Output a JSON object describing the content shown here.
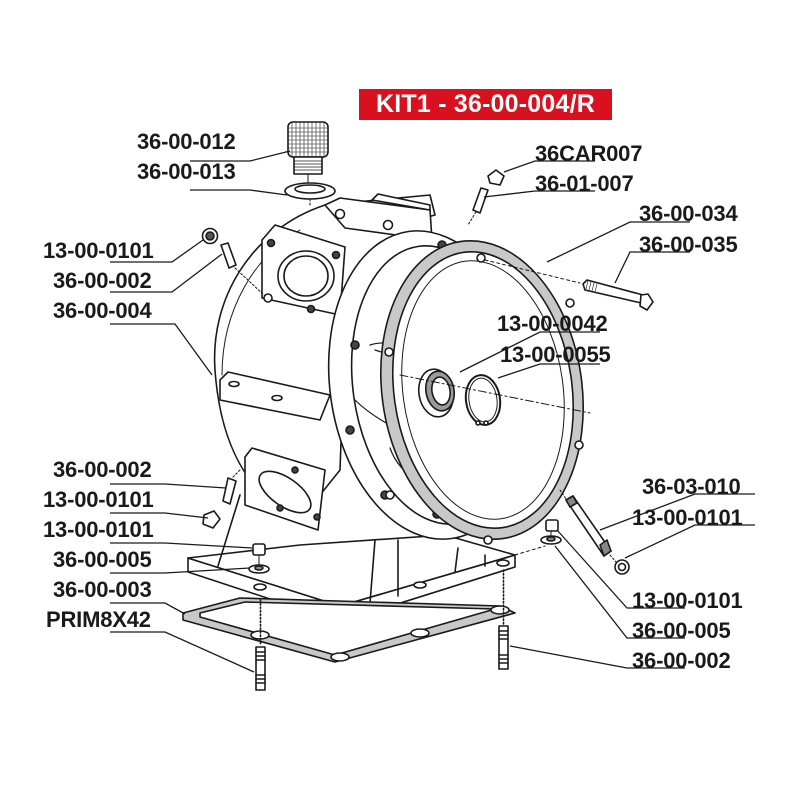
{
  "kit": {
    "label": "KIT1 - 36-00-004/R",
    "color": "#d9101e"
  },
  "labels": {
    "p_36_00_012": "36-00-012",
    "p_36_00_013": "36-00-013",
    "p_36car007": "36CAR007",
    "p_36_01_007": "36-01-007",
    "p_36_00_034": "36-00-034",
    "p_36_00_035": "36-00-035",
    "p_13_00_0101_a": "13-00-0101",
    "p_36_00_002_a": "36-00-002",
    "p_36_00_004": "36-00-004",
    "p_13_00_0042": "13-00-0042",
    "p_13_00_0055": "13-00-0055",
    "p_36_00_002_b": "36-00-002",
    "p_13_00_0101_b": "13-00-0101",
    "p_13_00_0101_c": "13-00-0101",
    "p_36_00_005_a": "36-00-005",
    "p_36_00_003": "36-00-003",
    "p_prim8x42": "PRIM8X42",
    "p_36_03_010": "36-03-010",
    "p_13_00_0101_d": "13-00-0101",
    "p_13_00_0101_e": "13-00-0101",
    "p_36_00_005_b": "36-00-005",
    "p_36_00_002_c": "36-00-002"
  },
  "colors": {
    "line": "#1a1a1a",
    "gasket": "#c8c8c8",
    "background": "#ffffff"
  }
}
